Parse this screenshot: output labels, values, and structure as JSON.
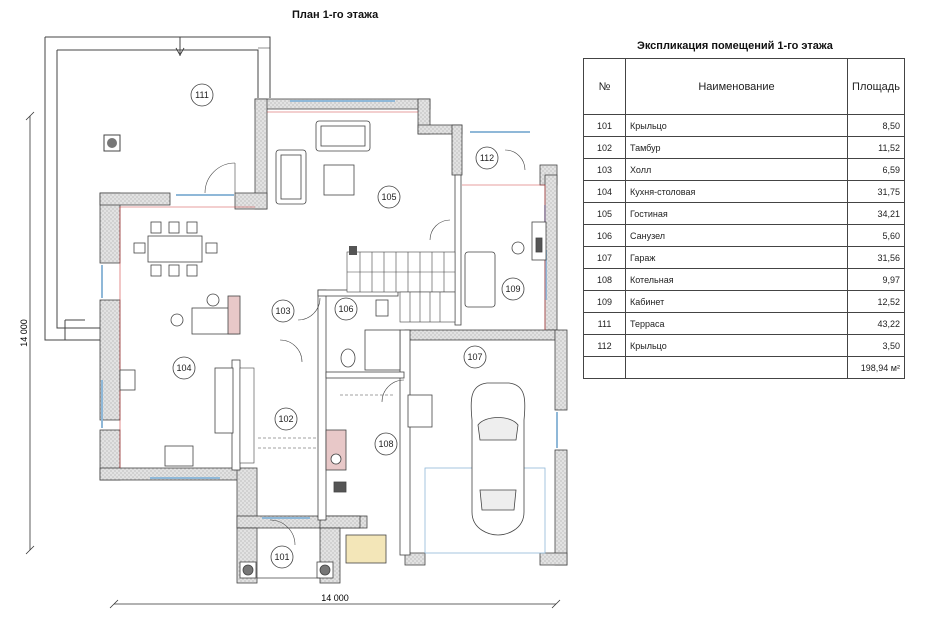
{
  "plan_title": "План 1-го этажа",
  "table_title": "Экспликация помещений 1-го этажа",
  "table": {
    "headers": [
      "№",
      "Наименование",
      "Площадь"
    ],
    "rows": [
      {
        "no": "101",
        "name": "Крыльцо",
        "area": "8,50"
      },
      {
        "no": "102",
        "name": "Тамбур",
        "area": "11,52"
      },
      {
        "no": "103",
        "name": "Холл",
        "area": "6,59"
      },
      {
        "no": "104",
        "name": "Кухня-столовая",
        "area": "31,75"
      },
      {
        "no": "105",
        "name": "Гостиная",
        "area": "34,21"
      },
      {
        "no": "106",
        "name": "Санузел",
        "area": "5,60"
      },
      {
        "no": "107",
        "name": "Гараж",
        "area": "31,56"
      },
      {
        "no": "108",
        "name": "Котельная",
        "area": "9,97"
      },
      {
        "no": "109",
        "name": "Кабинет",
        "area": "12,52"
      },
      {
        "no": "111",
        "name": "Терраса",
        "area": "43,22"
      },
      {
        "no": "112",
        "name": "Крыльцо",
        "area": "3,50"
      }
    ],
    "total": "198,94 м²"
  },
  "rooms": {
    "r101": "101",
    "r102": "102",
    "r103": "103",
    "r104": "104",
    "r105": "105",
    "r106": "106",
    "r107": "107",
    "r108": "108",
    "r109": "109",
    "r111": "111",
    "r112": "112"
  },
  "dimensions": {
    "horizontal": "14 000",
    "vertical": "14 000"
  },
  "colors": {
    "wall_fill": "#d9d9d9",
    "wall_stroke": "#444444",
    "window": "#8fb8d8",
    "red_line": "#d04040"
  }
}
